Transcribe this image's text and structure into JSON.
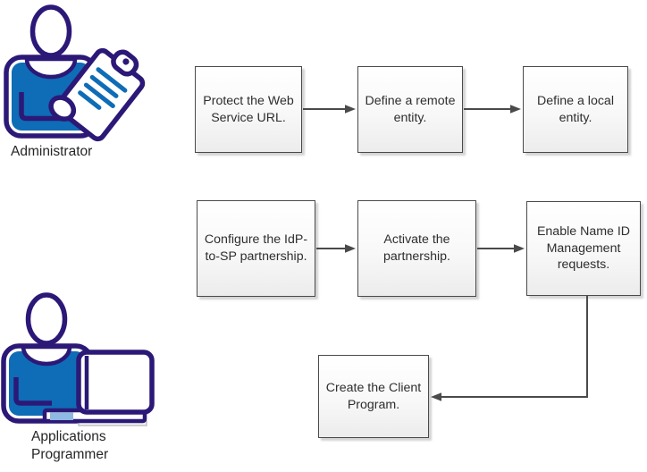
{
  "actors": [
    {
      "id": "administrator",
      "label": "Administrator",
      "icon": "administrator-clipboard-icon"
    },
    {
      "id": "applications-programmer",
      "label": "Applications\nProgrammer",
      "icon": "programmer-laptop-icon"
    }
  ],
  "steps": [
    {
      "id": "protect-web-service-url",
      "label": "Protect the Web\nService URL."
    },
    {
      "id": "define-remote-entity",
      "label": "Define a remote\nentity."
    },
    {
      "id": "define-local-entity",
      "label": "Define a local\nentity."
    },
    {
      "id": "configure-idp-to-sp-partnership",
      "label": "Configure the IdP-\nto-SP partnership."
    },
    {
      "id": "activate-partnership",
      "label": "Activate the\npartnership."
    },
    {
      "id": "enable-name-id-management",
      "label": "Enable Name ID\nManagement\nrequests."
    },
    {
      "id": "create-client-program",
      "label": "Create the Client\nProgram."
    }
  ],
  "connections": [
    {
      "from": "protect-web-service-url",
      "to": "define-remote-entity"
    },
    {
      "from": "define-remote-entity",
      "to": "define-local-entity"
    },
    {
      "from": "configure-idp-to-sp-partnership",
      "to": "activate-partnership"
    },
    {
      "from": "activate-partnership",
      "to": "enable-name-id-management"
    },
    {
      "from": "enable-name-id-management",
      "to": "create-client-program"
    }
  ],
  "colors": {
    "outline_navy": "#2B1877",
    "shirt_blue": "#0F6CB6",
    "cuff_light_blue": "#8FB8E2",
    "box_border": "#4A4A4A",
    "box_gradient_bottom": "#ECECEC",
    "arrow_gray": "#4A4A4A",
    "text_dark": "#2E2E2E"
  }
}
